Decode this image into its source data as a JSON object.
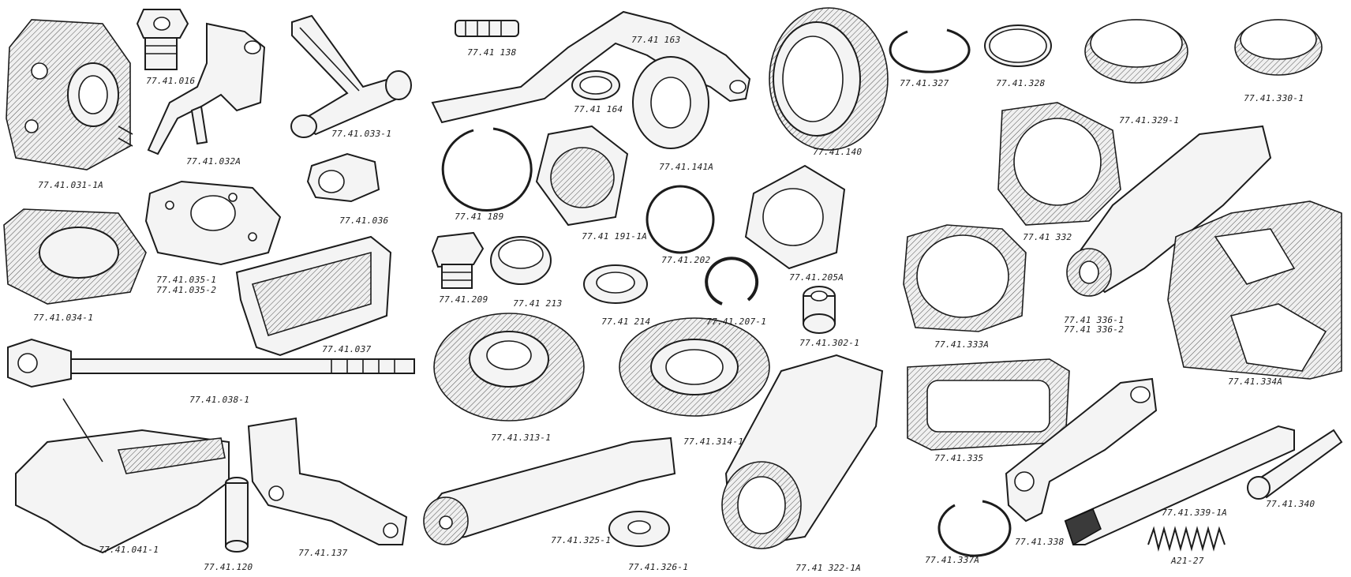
{
  "parts": [
    {
      "id": "p1",
      "label": "77.41.031-1A"
    },
    {
      "id": "p2",
      "label": "77.41.016"
    },
    {
      "id": "p3",
      "label": "77.41.032A"
    },
    {
      "id": "p4",
      "label": "77.41.033-1"
    },
    {
      "id": "p5",
      "label": "77.41.036"
    },
    {
      "id": "p6a",
      "label": "77.41.035-1"
    },
    {
      "id": "p6b",
      "label": "77.41.035-2"
    },
    {
      "id": "p7",
      "label": "77.41.034-1"
    },
    {
      "id": "p8",
      "label": "77.41.037"
    },
    {
      "id": "p9",
      "label": "77.41.038-1"
    },
    {
      "id": "p10",
      "label": "77.41.041-1"
    },
    {
      "id": "p11",
      "label": "77.41.120"
    },
    {
      "id": "p12",
      "label": "77.41.137"
    },
    {
      "id": "p13",
      "label": "77.41 138"
    },
    {
      "id": "p14",
      "label": "77.41 163"
    },
    {
      "id": "p15",
      "label": "77.41 164"
    },
    {
      "id": "p16",
      "label": "77.41.141A"
    },
    {
      "id": "p17",
      "label": "77.41.140"
    },
    {
      "id": "p18",
      "label": "77.41 189"
    },
    {
      "id": "p19",
      "label": "77.41 191-1A"
    },
    {
      "id": "p20",
      "label": "77.41.202"
    },
    {
      "id": "p21",
      "label": "77.41.205A"
    },
    {
      "id": "p22",
      "label": "77.41.209"
    },
    {
      "id": "p23",
      "label": "77.41 213"
    },
    {
      "id": "p24",
      "label": "77.41 214"
    },
    {
      "id": "p25",
      "label": "77.41.207-1"
    },
    {
      "id": "p26",
      "label": "77.41.302-1"
    },
    {
      "id": "p27",
      "label": "77.41.313-1"
    },
    {
      "id": "p28",
      "label": "77.41.314-1"
    },
    {
      "id": "p29",
      "label": "77.41.325-1"
    },
    {
      "id": "p30",
      "label": "77.41.326-1"
    },
    {
      "id": "p31",
      "label": "77.41 322-1A"
    },
    {
      "id": "p32",
      "label": "77.41.327"
    },
    {
      "id": "p33",
      "label": "77.41.328"
    },
    {
      "id": "p34",
      "label": "77.41.329-1"
    },
    {
      "id": "p35",
      "label": "77.41.330-1"
    },
    {
      "id": "p36",
      "label": "77.41 332"
    },
    {
      "id": "p37",
      "label": "77.41.333A"
    },
    {
      "id": "p38a",
      "label": "77.41 336-1"
    },
    {
      "id": "p38b",
      "label": "77.41 336-2"
    },
    {
      "id": "p39",
      "label": "77.41.334A"
    },
    {
      "id": "p40",
      "label": "77.41.335"
    },
    {
      "id": "p41",
      "label": "77.41.338"
    },
    {
      "id": "p42",
      "label": "77.41.339-1A"
    },
    {
      "id": "p43",
      "label": "77.41.340"
    },
    {
      "id": "p44",
      "label": "77.41.337A"
    },
    {
      "id": "p45",
      "label": "A21-27"
    }
  ]
}
